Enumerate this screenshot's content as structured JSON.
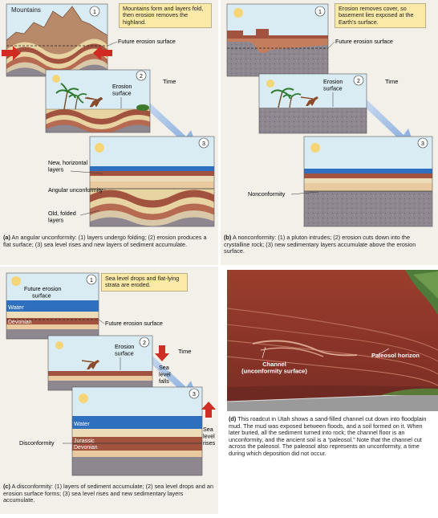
{
  "panel_a": {
    "mountains_label": "Mountains",
    "note": "Mountains form and layers fold, then erosion removes the highland.",
    "future_erosion": "Future erosion surface",
    "step1": "1",
    "step2": "2",
    "step3": "3",
    "erosion_surface": "Erosion surface",
    "time_label": "Time",
    "new_layers": "New, horizontal layers",
    "angular_unconformity": "Angular unconformity",
    "old_layers": "Old, folded layers",
    "caption_letter": "(a)",
    "caption": "An angular unconformity: (1) layers undergo folding; (2) erosion produces a flat surface; (3) sea level rises and new layers of sediment accumulate."
  },
  "panel_b": {
    "note": "Erosion removes cover, so basement lies exposed at the Earth's surface.",
    "future_erosion": "Future erosion surface",
    "step1": "1",
    "step2": "2",
    "step3": "3",
    "erosion_surface": "Erosion surface",
    "time_label": "Time",
    "nonconformity": "Nonconformity",
    "caption_letter": "(b)",
    "caption": "A nonconformity: (1) a pluton intrudes; (2) erosion cuts down into the crystalline rock; (3) new sedimentary layers accumulate above the erosion surface."
  },
  "panel_c": {
    "note": "Sea level drops and flat-lying strata are eroded.",
    "future_erosion_top": "Future erosion surface",
    "water": "Water",
    "devonian": "Devonian",
    "future_erosion": "Future erosion surface",
    "step1": "1",
    "step2": "2",
    "step3": "3",
    "erosion_surface": "Erosion surface",
    "time_label": "Time",
    "sea_level_falls": "Sea level falls",
    "water3": "Water",
    "jurassic": "Jurassic",
    "devonian3": "Devonian",
    "disconformity": "Disconformity",
    "sea_level_rises": "Sea level rises",
    "caption_letter": "(c)",
    "caption": "A disconformity: (1) layers of sediment accumulate; (2) sea level drops and an erosion surface forms; (3) sea level rises and new sedimentary layers accumulate."
  },
  "panel_d": {
    "channel": "Channel (unconformity surface)",
    "paleosol": "Paleosol horizon",
    "caption_letter": "(d)",
    "caption": "This roadcut in Utah shows a sand-filled channel cut down into floodplain mud. The mud was exposed between floods, and a soil formed on it. When later buried, all the sediment turned into rock; the channel floor is an unconformity, and the ancient soil is a “paleosol.” Note that the channel cut across the paleosol. The paleosol also represents an unconformity, a time during which deposition did not occur."
  },
  "colors": {
    "panel_bg": "#f3f0ea",
    "sky": "#d9ecf4",
    "water": "#2f6fc0",
    "red_layer": "#a2533f",
    "tan_layer": "#e8d3a3",
    "basement": "#8e8790",
    "note_bg": "#fbe9a8",
    "time_arrow": "#7ea5dc",
    "sea_arrow": "#cf2e24"
  }
}
